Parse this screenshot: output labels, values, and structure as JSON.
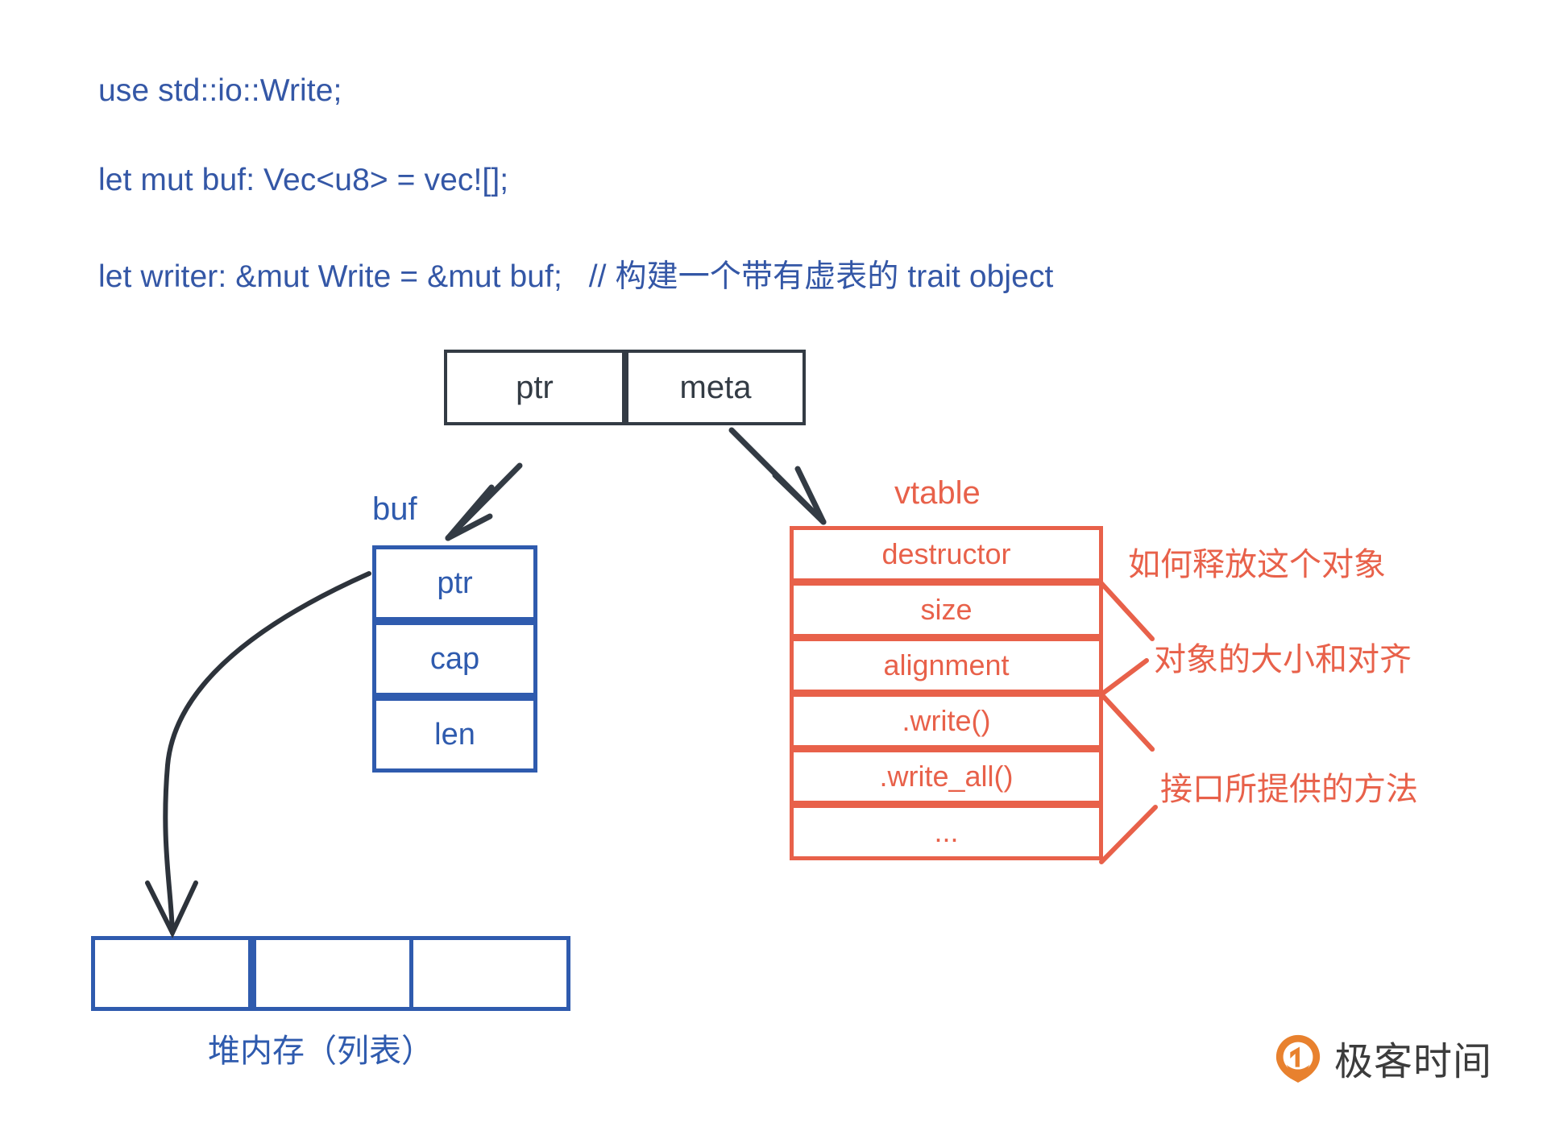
{
  "code": {
    "line1": "use std::io::Write;",
    "line2": "let mut buf: Vec<u8> = vec![];",
    "line3": "let writer: &mut Write = &mut buf;   // 构建一个带有虚表的 trait object"
  },
  "fat_pointer": {
    "cells": [
      {
        "label": "ptr"
      },
      {
        "label": "meta"
      }
    ]
  },
  "buf": {
    "label": "buf",
    "cells": [
      {
        "label": "ptr"
      },
      {
        "label": "cap"
      },
      {
        "label": "len"
      }
    ]
  },
  "vtable": {
    "label": "vtable",
    "rows": [
      {
        "label": "destructor"
      },
      {
        "label": "size"
      },
      {
        "label": "alignment"
      },
      {
        "label": ".write()"
      },
      {
        "label": ".write_all()"
      },
      {
        "label": "..."
      }
    ],
    "annotations": [
      {
        "text": "如何释放这个对象"
      },
      {
        "text": "对象的大小和对齐"
      },
      {
        "text": "接口所提供的方法"
      }
    ]
  },
  "heap": {
    "label": "堆内存（列表）",
    "cells": [
      {},
      {},
      {}
    ]
  },
  "logo": {
    "text": "极客时间"
  },
  "colors": {
    "blue": "#2F5BAE",
    "code_blue": "#3457A6",
    "coral": "#E8614A",
    "dark": "#333B44",
    "logo_orange": "#E8812E",
    "logo_text": "#3C3C3C"
  }
}
